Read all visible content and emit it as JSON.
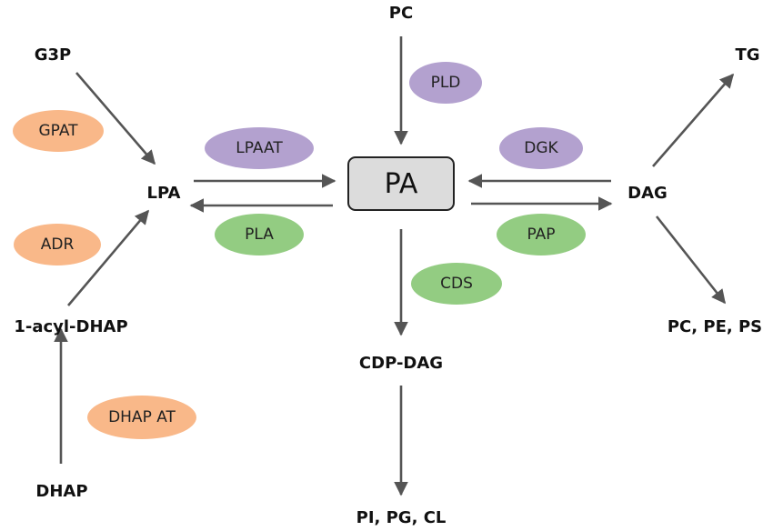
{
  "metabolites": {
    "pc_top": "PC",
    "g3p": "G3P",
    "tg": "TG",
    "lpa": "LPA",
    "pa": "PA",
    "dag": "DAG",
    "acyl_dhap": "1-acyl-DHAP",
    "pc_pe_ps": "PC, PE, PS",
    "cdp_dag": "CDP-DAG",
    "dhap": "DHAP",
    "pi_pg_cl": "PI, PG, CL"
  },
  "enzymes": {
    "gpat": "GPAT",
    "lpaat": "LPAAT",
    "pld": "PLD",
    "dgk": "DGK",
    "adr": "ADR",
    "pla": "PLA",
    "pap": "PAP",
    "cds": "CDS",
    "dhap_at": "DHAP AT"
  },
  "colors": {
    "orange_enzyme": "#f9b889",
    "purple_enzyme": "#b3a1cf",
    "green_enzyme": "#93cc82",
    "arrow": "#555555",
    "pa_box_fill": "#dcdcdc"
  }
}
